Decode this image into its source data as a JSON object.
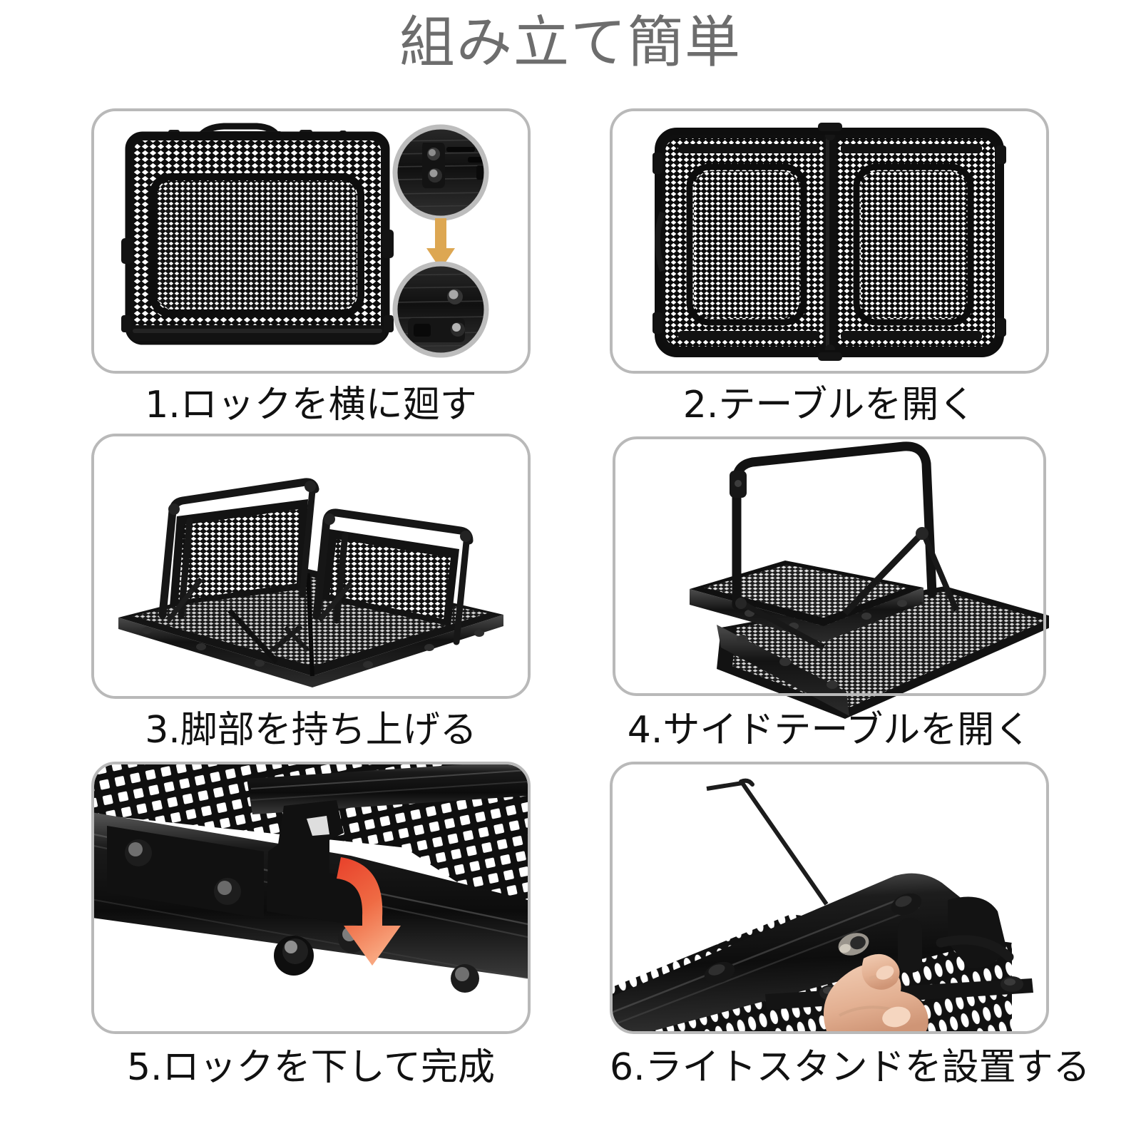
{
  "header": {
    "title": "組み立て簡単",
    "title_color": "#6d6d6d"
  },
  "theme": {
    "background": "#ffffff",
    "panel_border": "#b9b9b9",
    "caption_color": "#111111",
    "product_black": "#141414",
    "arrow_tan": "#dda752",
    "arrow_red": "#e8402a",
    "arrow_orange": "#f59a72",
    "skin": "#eab89c"
  },
  "steps": [
    {
      "index": "1",
      "caption": "1.ロックを横に廻す",
      "image_alt": "folded-mesh-table-with-handle-and-lock-detail-insets",
      "has_detail_insets": true,
      "inset_count": 2,
      "inset_arrow": "down-arrow-tan"
    },
    {
      "index": "2",
      "caption": "2.テーブルを開く",
      "image_alt": "table-opened-flat-two-mesh-panels",
      "has_detail_insets": false
    },
    {
      "index": "3",
      "caption": "3.脚部を持ち上げる",
      "image_alt": "table-with-legs-lifted-upright",
      "has_detail_insets": false
    },
    {
      "index": "4",
      "caption": "4.サイドテーブルを開く",
      "image_alt": "side-table-swung-open-on-frame",
      "has_detail_insets": false
    },
    {
      "index": "5",
      "caption": "5.ロックを下して完成",
      "image_alt": "closeup-of-lock-latch-with-curved-down-arrow",
      "has_detail_insets": false,
      "annotation_arrow": "curved-down-arrow-red-orange"
    },
    {
      "index": "6",
      "caption": "6.ライトスタンドを設置する",
      "image_alt": "hand-installing-light-stand-rod-into-table-edge",
      "has_detail_insets": false
    }
  ]
}
